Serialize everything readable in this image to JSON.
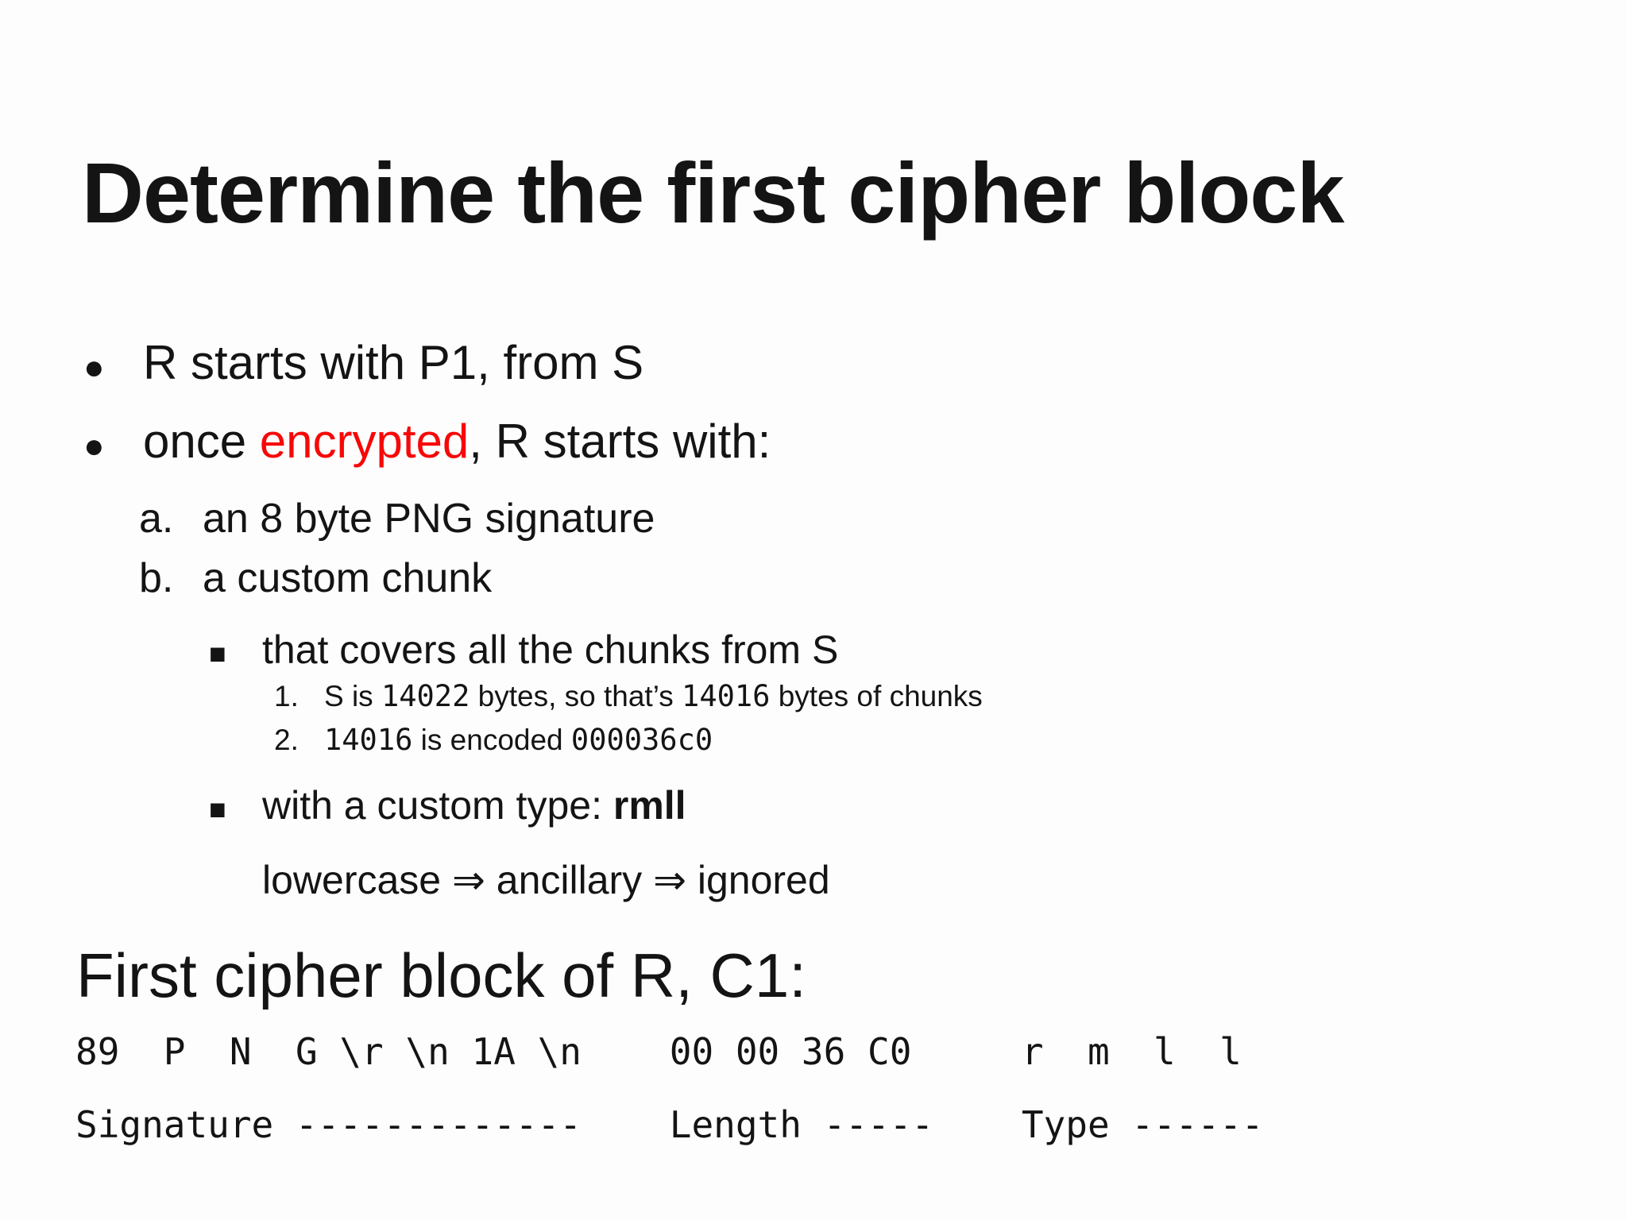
{
  "colors": {
    "background": "#fdfdfd",
    "text": "#141414",
    "highlight_red": "#f70808"
  },
  "markers": {
    "dot": "●",
    "square": "■"
  },
  "title": "Determine the first cipher block",
  "bullets": {
    "item1": "R starts with P1, from S",
    "item2": {
      "pre": "once ",
      "highlight": "encrypted",
      "post": ", R starts with:"
    },
    "sub_a": {
      "marker": "a.",
      "text": "an 8 byte PNG signature"
    },
    "sub_b": {
      "marker": "b.",
      "text": "a custom chunk"
    },
    "square1": "that covers all the chunks from S",
    "num1": {
      "marker": "1.",
      "seg1": "S is ",
      "mono1": "14022",
      "seg2": " bytes, so that’s ",
      "mono2": "14016",
      "seg3": " bytes of chunks"
    },
    "num2": {
      "marker": "2.",
      "mono1": "14016",
      "seg1": " is encoded ",
      "mono2": "000036c0"
    },
    "square2": {
      "pre": "with a custom type: ",
      "bold": "rmll"
    },
    "note": "lowercase ⇒ ancillary ⇒ ignored"
  },
  "footer": {
    "heading": "First cipher block of R, C1:",
    "hex_line": "89  P  N  G \\r \\n 1A \\n    00 00 36 C0     r  m  l  l",
    "label_line": "Signature -------------    Length -----    Type ------"
  }
}
